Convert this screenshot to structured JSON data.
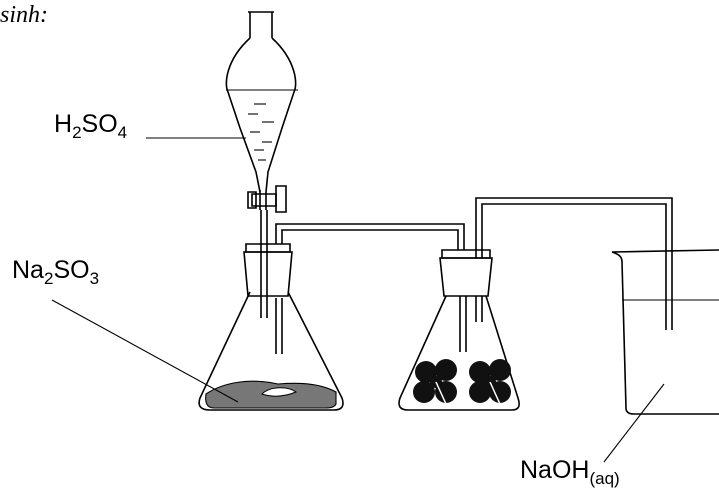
{
  "caption_fragment": "sinh:",
  "labels": {
    "acid": {
      "main": "H",
      "sub1": "2",
      "mid": "SO",
      "sub2": "4"
    },
    "salt": {
      "main": "Na",
      "sub1": "2",
      "mid": "SO",
      "sub2": "3"
    },
    "base": {
      "main": "NaOH",
      "sub": "(aq)"
    }
  },
  "colors": {
    "stroke": "#000000",
    "solid": "#777777",
    "petal": "#111111",
    "stopper": "#ffffff"
  },
  "icons": [
    "separatory-funnel-icon",
    "stopcock-icon",
    "erlenmeyer-flask-icon",
    "flower-petal-icon",
    "beaker-icon"
  ]
}
